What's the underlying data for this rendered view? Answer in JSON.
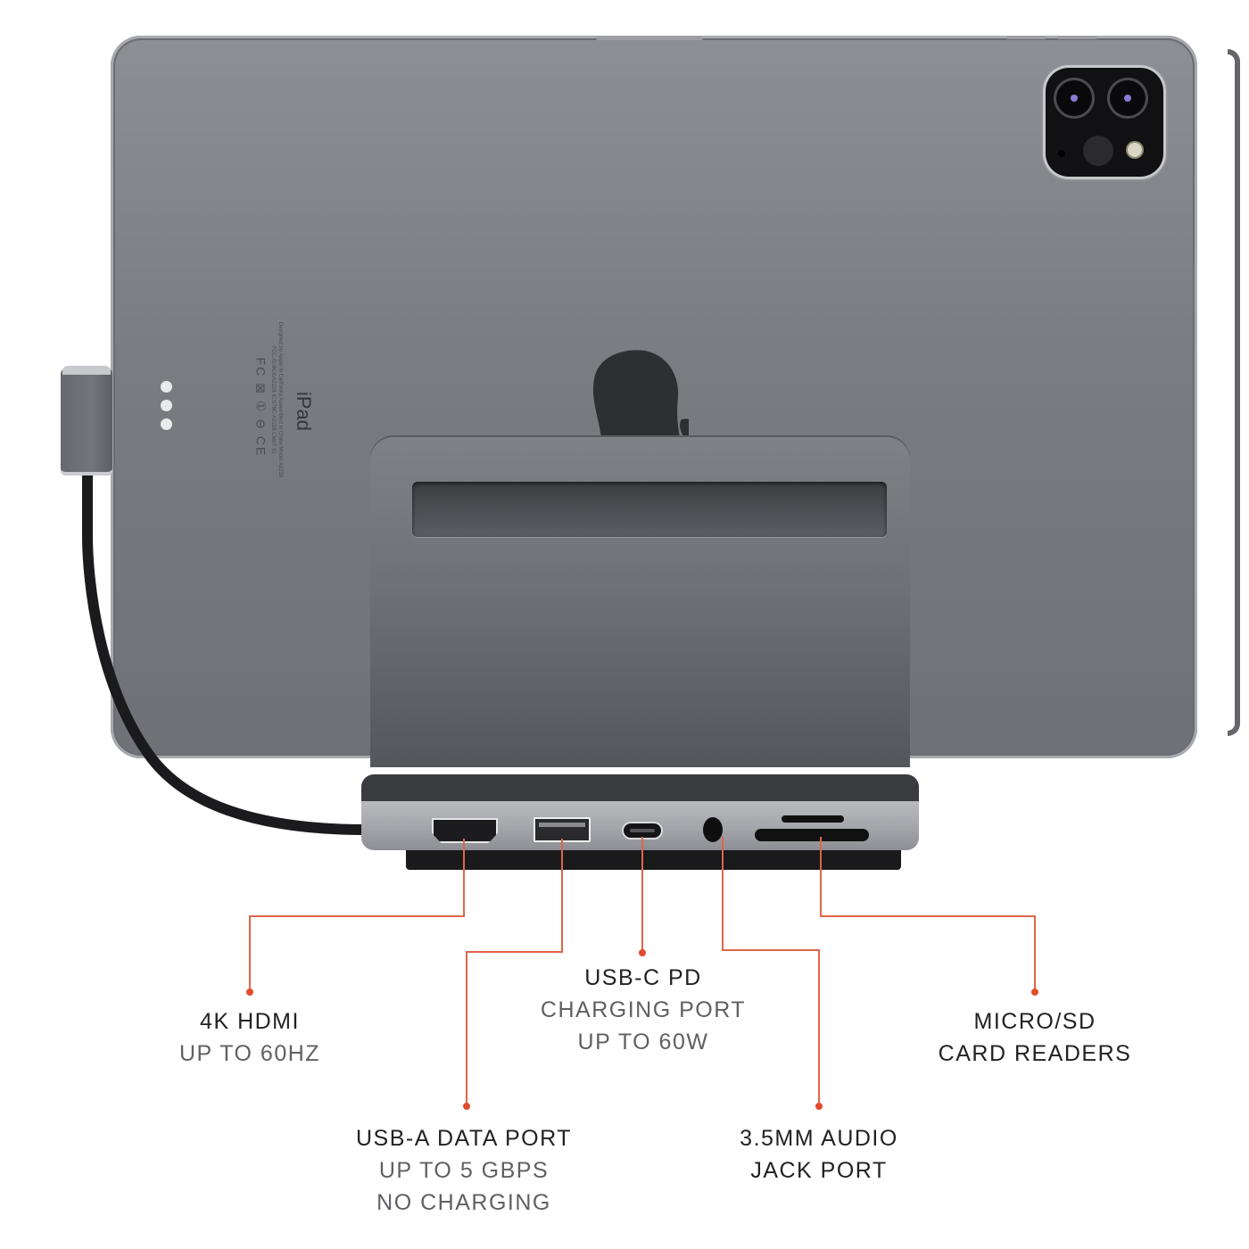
{
  "product": {
    "device_label": "iPad",
    "regulatory_text": "Designed by Apple in California Assembled in China Model A2228 FCC ID:BCGA2228 IC:579C-A2228 CMIIT ID",
    "regulatory_marks": "FC ⊠ ① ⊖ CE"
  },
  "colors": {
    "accent_line": "#e0654a",
    "accent_dot": "#e24b2c",
    "device_gray": "#7a7c82",
    "label_primary": "#222222",
    "label_secondary": "#5f6064"
  },
  "callouts": [
    {
      "id": "hdmi",
      "title": "4K HDMI",
      "lines": [
        "UP TO 60HZ"
      ]
    },
    {
      "id": "usba",
      "title": "USB-A DATA PORT",
      "lines": [
        "UP TO 5 GBPS",
        "NO CHARGING"
      ]
    },
    {
      "id": "usbc",
      "title": "USB-C PD",
      "lines": [
        "CHARGING PORT",
        "UP TO 60W"
      ]
    },
    {
      "id": "audio",
      "title": "3.5MM AUDIO",
      "lines": [
        "JACK PORT"
      ]
    },
    {
      "id": "sd",
      "title": "MICRO/SD",
      "lines": [
        "CARD READERS"
      ]
    }
  ],
  "ports": [
    "HDMI",
    "USB-A",
    "USB-C",
    "3.5mm audio",
    "microSD",
    "SD"
  ]
}
